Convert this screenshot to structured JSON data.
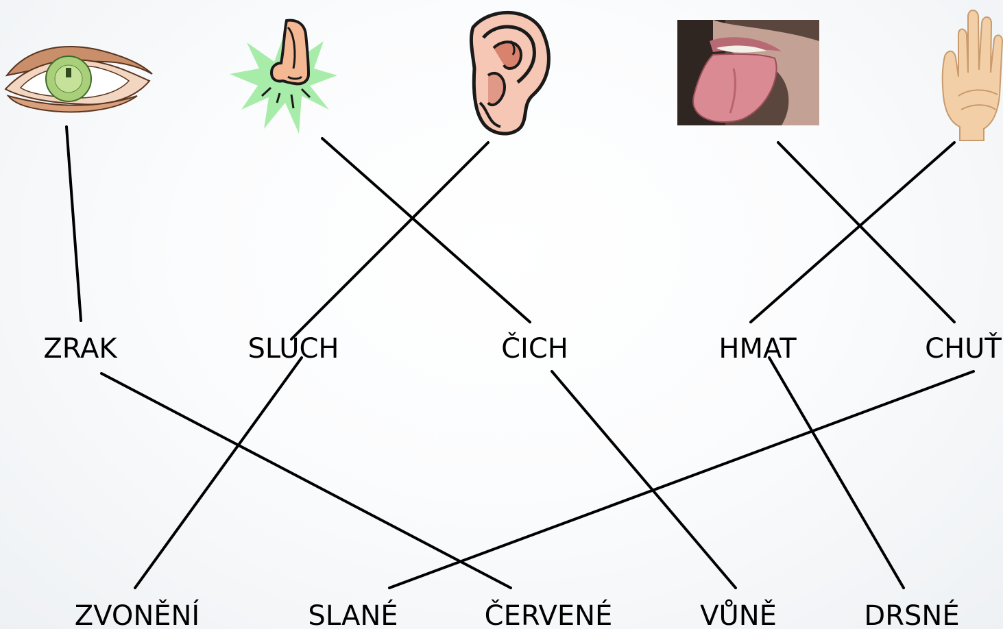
{
  "diagram": {
    "senses": [
      "ZRAK",
      "SLUCH",
      "ČICH",
      "HMAT",
      "CHUŤ"
    ],
    "attributes": [
      "ZVONĚNÍ",
      "SLANÉ",
      "ČERVENÉ",
      "VŮNĚ",
      "DRSNÉ"
    ],
    "pictures": [
      {
        "icon": "eye-icon",
        "connects_to": "ZRAK"
      },
      {
        "icon": "nose-icon",
        "connects_to": "ČICH"
      },
      {
        "icon": "ear-icon",
        "connects_to": "SLUCH"
      },
      {
        "icon": "tongue-icon",
        "connects_to": "CHUŤ"
      },
      {
        "icon": "hand-icon",
        "connects_to": "HMAT"
      }
    ],
    "matches": [
      {
        "sense": "ZRAK",
        "attribute": "ČERVENÉ"
      },
      {
        "sense": "SLUCH",
        "attribute": "ZVONĚNÍ"
      },
      {
        "sense": "ČICH",
        "attribute": "VŮNĚ"
      },
      {
        "sense": "HMAT",
        "attribute": "DRSNÉ"
      },
      {
        "sense": "CHUŤ",
        "attribute": "SLANÉ"
      }
    ],
    "line_color": "#000000"
  }
}
